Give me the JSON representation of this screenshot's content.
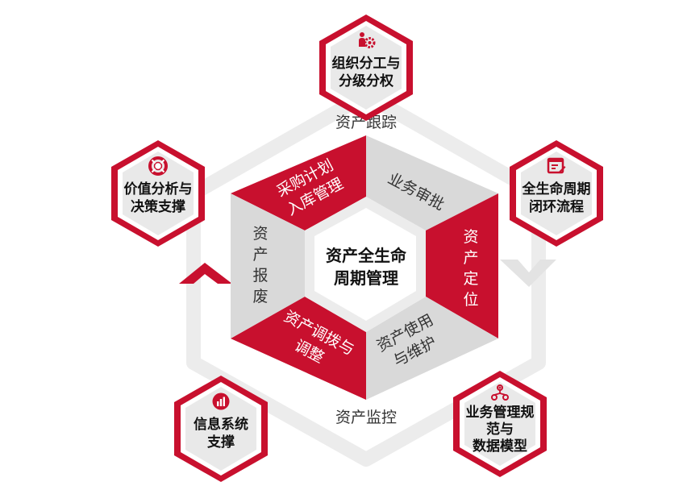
{
  "center": {
    "line1": "资产全生命",
    "line2": "周期管理"
  },
  "segments": [
    {
      "text1": "采购计划",
      "text2": "入库管理"
    },
    {
      "text1": "业务审批",
      "text2": ""
    },
    {
      "text1": "资产",
      "text2": "定位"
    },
    {
      "text1": "资产使用",
      "text2": "与维护"
    },
    {
      "text1": "资产调拨与",
      "text2": "调整"
    },
    {
      "text1": "资产",
      "text2": "报废"
    }
  ],
  "outer_labels": {
    "top": "资产跟踪",
    "bottom": "资产监控"
  },
  "nodes": [
    {
      "line1": "组织分工与",
      "line2": "分级分权",
      "icon": "org-gear-icon"
    },
    {
      "line1": "全生命周期",
      "line2": "闭环流程",
      "icon": "document-icon"
    },
    {
      "line1": "业务管理规",
      "line2": "范与",
      "line3": "数据模型",
      "icon": "network-icon"
    },
    {
      "line1": "信息系统",
      "line2": "支撑",
      "icon": "chart-icon"
    },
    {
      "line1": "价值分析与",
      "line2": "决策支撑",
      "icon": "lifebuoy-icon"
    }
  ],
  "colors": {
    "red": "#c8102e",
    "gray": "#d9d9d9",
    "pale": "#ececec"
  }
}
